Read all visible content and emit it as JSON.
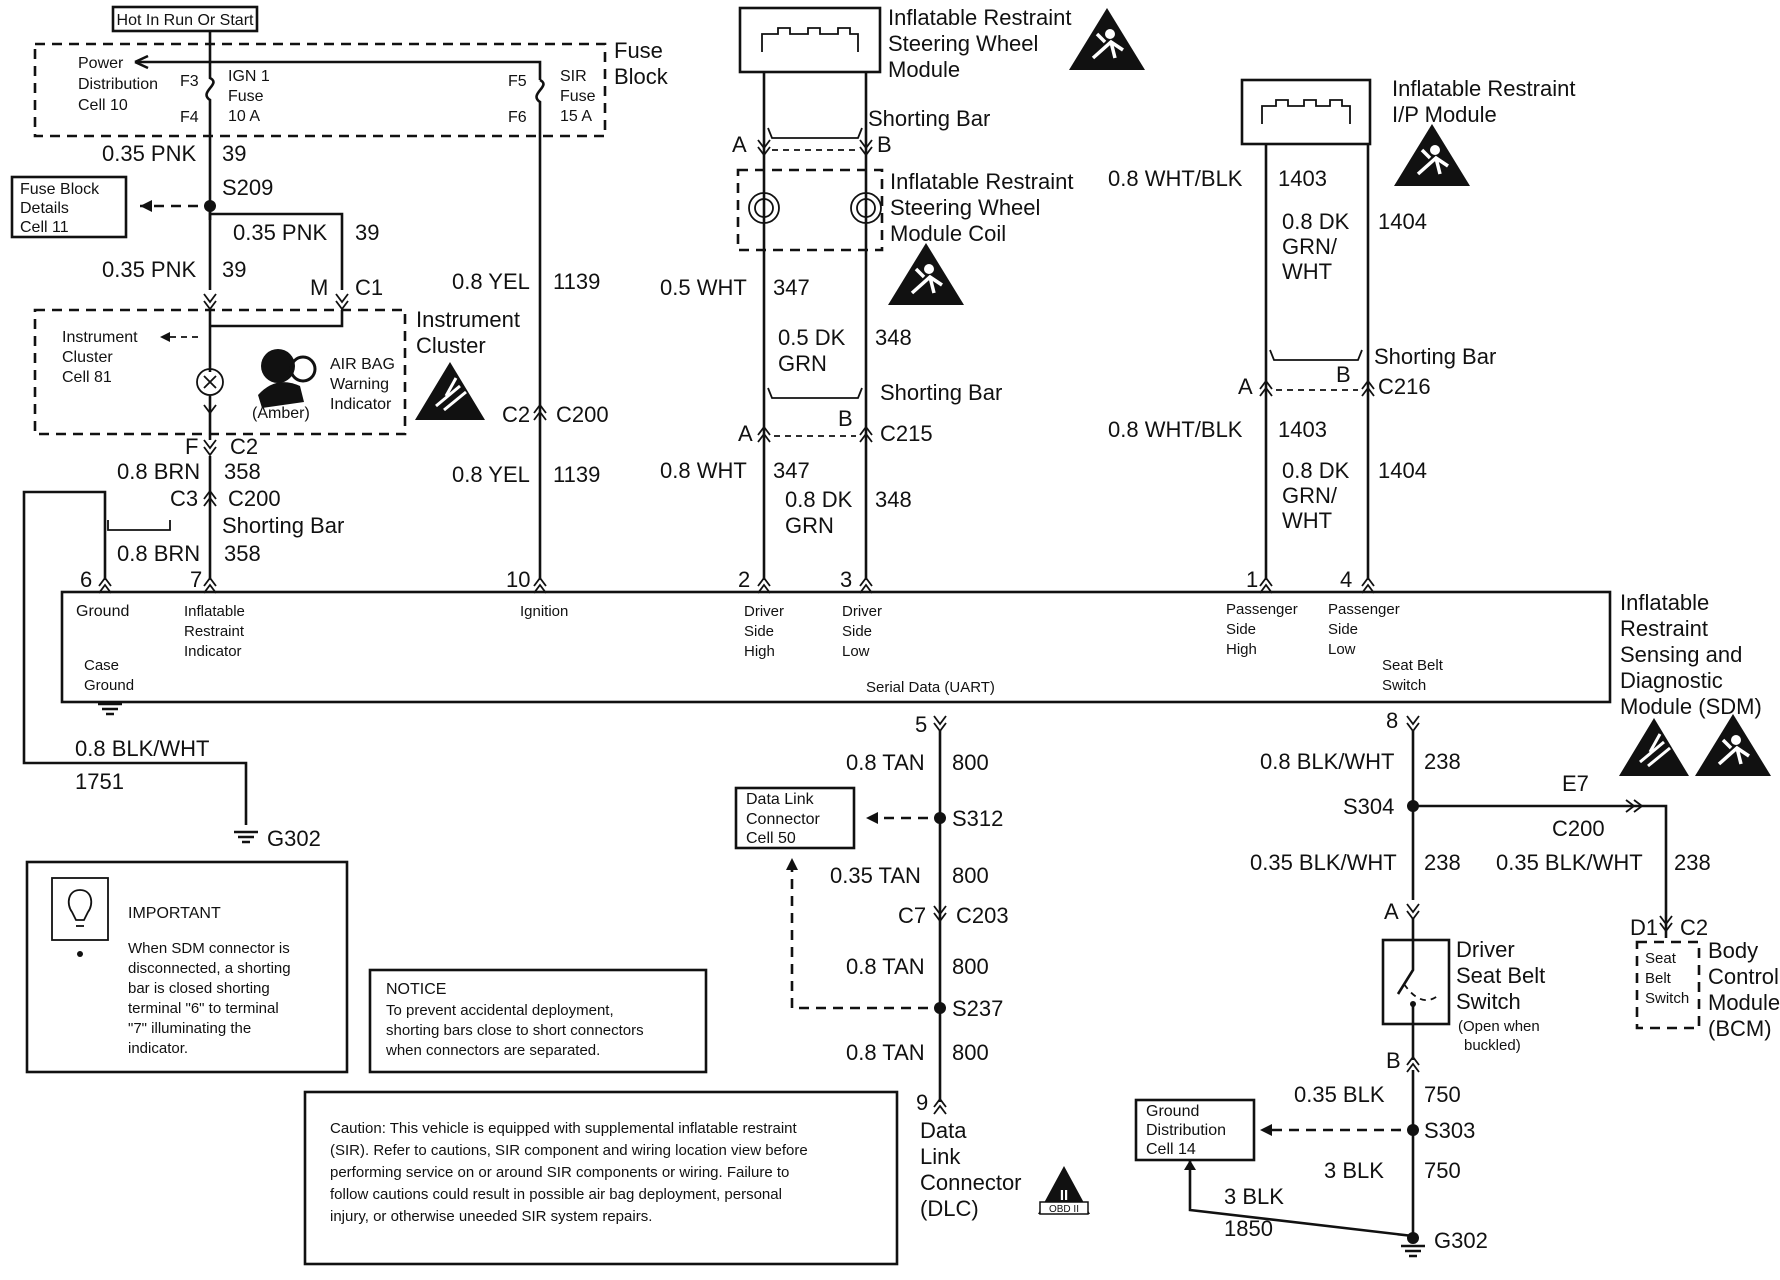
{
  "title_box": "Hot In Run Or Start",
  "fuse_block": {
    "title": [
      "Fuse",
      "Block"
    ],
    "pdc": [
      "Power",
      "Distribution",
      "Cell 10"
    ],
    "f3": "F3",
    "f4": "F4",
    "f5": "F5",
    "f6": "F6",
    "ign1": [
      "IGN 1",
      "Fuse",
      "10 A"
    ],
    "sir": [
      "SIR",
      "Fuse",
      "15 A"
    ]
  },
  "ref_boxes": {
    "fuse_block_details": [
      "Fuse Block",
      "Details",
      "Cell 11"
    ],
    "data_link_connector": [
      "Data Link",
      "Connector",
      "Cell 50"
    ],
    "ground_distribution": [
      "Ground",
      "Distribution",
      "Cell 14"
    ]
  },
  "splices": {
    "s209": "S209",
    "s312": "S312",
    "s237": "S237",
    "s304": "S304",
    "s303": "S303"
  },
  "instrument_cluster": {
    "title": [
      "Instrument",
      "Cluster"
    ],
    "cell": [
      "Instrument",
      "Cluster",
      "Cell 81"
    ],
    "indicator": [
      "AIR BAG",
      "Warning",
      "Indicator"
    ],
    "amber": "(Amber)",
    "m": "M",
    "c1": "C1",
    "f": "F",
    "c2": "C2"
  },
  "wires": {
    "pnk_039_a": [
      "0.35 PNK",
      "39"
    ],
    "pnk_039_b": [
      "0.35 PNK",
      "39"
    ],
    "pnk_039_c": [
      "0.35 PNK",
      "39"
    ],
    "yel_a": [
      "0.8 YEL",
      "1139"
    ],
    "yel_b": [
      "0.8 YEL",
      "1139"
    ],
    "brn_a": [
      "0.8 BRN",
      "358"
    ],
    "brn_b": [
      "0.8 BRN",
      "358"
    ],
    "blkwht_1751": [
      "0.8 BLK/WHT",
      "1751"
    ],
    "wht_347_a": [
      "0.5 WHT",
      "347"
    ],
    "dkgrn_348_a": [
      "0.5 DK",
      "GRN",
      "348"
    ],
    "wht_347_b": [
      "0.8 WHT",
      "347"
    ],
    "dkgrn_348_b": [
      "0.8 DK",
      "GRN",
      "348"
    ],
    "whtblk_1403_a": [
      "0.8 WHT/BLK",
      "1403"
    ],
    "dkgrnwht_1404_a": [
      "0.8 DK",
      "GRN/",
      "WHT",
      "1404"
    ],
    "whtblk_1403_b": [
      "0.8 WHT/BLK",
      "1403"
    ],
    "dkgrnwht_1404_b": [
      "0.8 DK",
      "GRN/",
      "WHT",
      "1404"
    ],
    "tan_800_a": [
      "0.8 TAN",
      "800"
    ],
    "tan_800_b": [
      "0.35 TAN",
      "800"
    ],
    "tan_800_c": [
      "0.8 TAN",
      "800"
    ],
    "tan_800_d": [
      "0.8 TAN",
      "800"
    ],
    "blkwht_238_a": [
      "0.8 BLK/WHT",
      "238"
    ],
    "blkwht_238_b": [
      "0.35 BLK/WHT",
      "238"
    ],
    "blkwht_238_c": [
      "0.35 BLK/WHT",
      "238"
    ],
    "blk_750_a": [
      "0.35 BLK",
      "750"
    ],
    "blk_750_b": [
      "3 BLK",
      "750"
    ],
    "blk_1850": [
      "3 BLK",
      "1850"
    ]
  },
  "connectors": {
    "c2_c200": [
      "C2",
      "C200"
    ],
    "c3_c200": [
      "C3",
      "C200"
    ],
    "c215": [
      "A",
      "B",
      "C215"
    ],
    "c216": [
      "A",
      "B",
      "C216"
    ],
    "c7_c203": [
      "C7",
      "C203"
    ],
    "e7_c200": [
      "E7",
      "C200"
    ],
    "sw_a": "A",
    "sw_b": "B",
    "d1_c2": [
      "D1",
      "C2"
    ],
    "shorting_bar": "Shorting Bar",
    "ab_top": [
      "A",
      "B"
    ]
  },
  "steering_module": [
    "Inflatable Restraint",
    "Steering Wheel",
    "Module"
  ],
  "steering_coil": [
    "Inflatable Restraint",
    "Steering Wheel",
    "Module Coil"
  ],
  "ip_module": [
    "Inflatable Restraint",
    "I/P Module"
  ],
  "sdm": {
    "title": [
      "Inflatable",
      "Restraint",
      "Sensing and",
      "Diagnostic",
      "Module (SDM)"
    ],
    "pins": [
      {
        "num": "6",
        "label": [
          "Ground"
        ]
      },
      {
        "num": "7",
        "label": [
          "Inflatable",
          "Restraint",
          "Indicator"
        ]
      },
      {
        "num": "10",
        "label": [
          "Ignition"
        ]
      },
      {
        "num": "2",
        "label": [
          "Driver",
          "Side",
          "High"
        ]
      },
      {
        "num": "3",
        "label": [
          "Driver",
          "Side",
          "Low"
        ]
      },
      {
        "num": "1",
        "label": [
          "Passenger",
          "Side",
          "High"
        ]
      },
      {
        "num": "4",
        "label": [
          "Passenger",
          "Side",
          "Low"
        ]
      }
    ],
    "case_ground": [
      "Case",
      "Ground"
    ],
    "serial_data": "Serial Data (UART)",
    "seat_belt": [
      "Seat Belt",
      "Switch"
    ],
    "pin5": "5",
    "pin8": "8"
  },
  "grounds": {
    "g302_a": "G302",
    "g302_b": "G302"
  },
  "dlc": {
    "pin": "9",
    "label": [
      "Data",
      "Link",
      "Connector",
      "(DLC)"
    ],
    "badge": [
      "II",
      "OBD II"
    ]
  },
  "seat_belt_switch": {
    "label": [
      "Driver",
      "Seat Belt",
      "Switch"
    ],
    "note": [
      "(Open when",
      "buckled)"
    ]
  },
  "bcm": {
    "inner": [
      "Seat",
      "Belt",
      "Switch"
    ],
    "label": [
      "Body",
      "Control",
      "Module",
      "(BCM)"
    ]
  },
  "important": {
    "heading": "IMPORTANT",
    "text": [
      "When SDM connector is",
      "disconnected, a shorting",
      "bar is closed shorting",
      "terminal \"6\" to terminal",
      "\"7\" illuminating the",
      "indicator."
    ]
  },
  "notice": {
    "heading": "NOTICE",
    "text": [
      "To prevent accidental deployment,",
      "shorting bars close to short connectors",
      "when connectors are separated."
    ]
  },
  "caution": {
    "text": [
      "Caution: This vehicle is equipped with supplemental inflatable restraint",
      "(SIR). Refer to cautions, SIR component and wiring location view  before",
      "performing service on or around SIR components or wiring. Failure to",
      "follow cautions could result in possible air bag deployment, personal",
      "injury, or otherwise uneeded SIR system repairs."
    ]
  }
}
